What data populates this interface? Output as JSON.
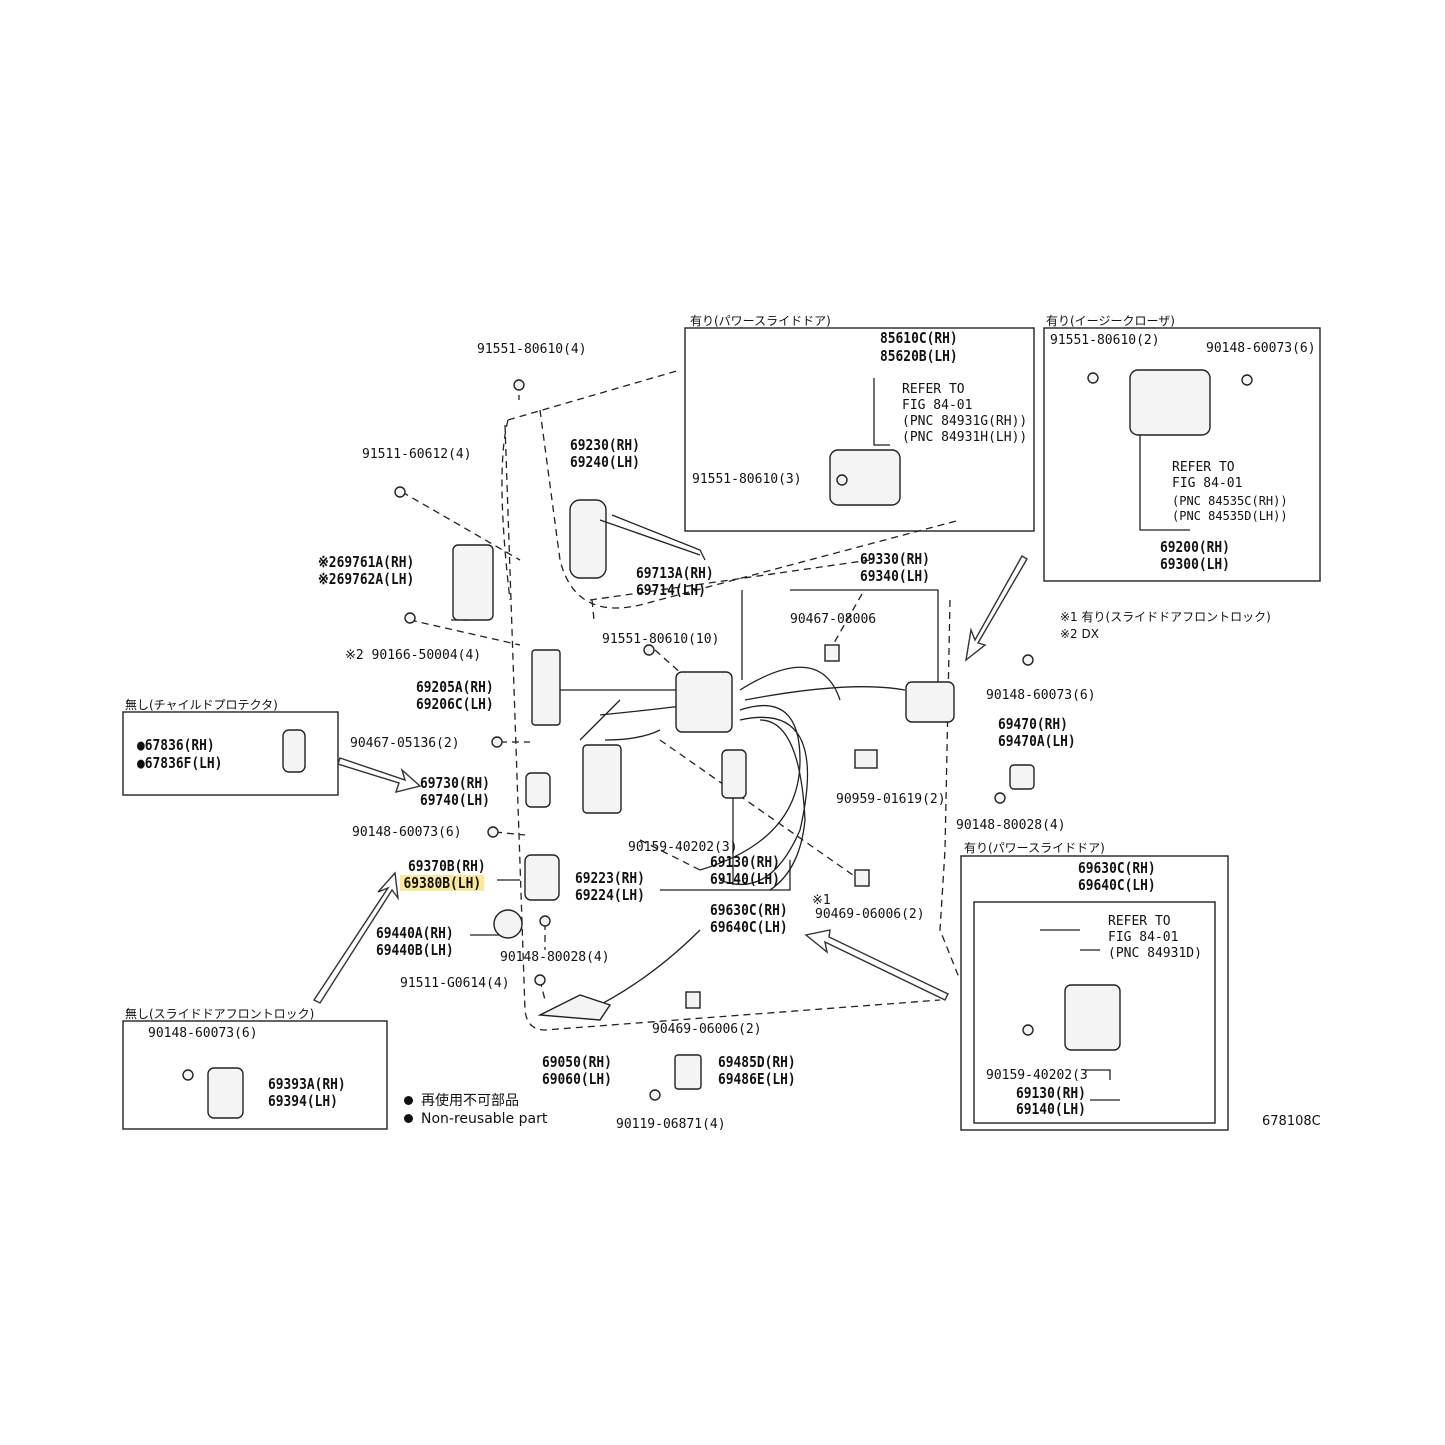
{
  "figure_id": "678108C",
  "legend": {
    "jp": "再使用不可部品",
    "en": "Non-reusable part"
  },
  "notes": {
    "n1": "※1 有り(スライドドアフロントロック)",
    "n2": "※2 DX"
  },
  "box_power_slide": {
    "caption": "有り(パワースライドドア)",
    "pn1": "85610C(RH)",
    "pn2": "85620B(LH)",
    "refer": [
      "REFER TO",
      "FIG 84-01",
      "(PNC 84931G(RH))",
      "(PNC 84931H(LH))"
    ],
    "bolt": "91551-80610(3)"
  },
  "box_easy_closer": {
    "caption": "有り(イージークローザ)",
    "bolt1": "91551-80610(2)",
    "bolt2": "90148-60073(6)",
    "refer": [
      "REFER TO",
      "FIG 84-01",
      "(PNC 84535C(RH))",
      "(PNC 84535D(LH))"
    ],
    "pn1": "69200(RH)",
    "pn2": "69300(LH)"
  },
  "box_child": {
    "caption": "無し(チャイルドプロテクタ)",
    "pn1": "●67836(RH)",
    "pn2": "●67836F(LH)"
  },
  "box_front_lock": {
    "caption": "無し(スライドドアフロントロック)",
    "bolt": "90148-60073(6)",
    "pn1": "69393A(RH)",
    "pn2": "69394(LH)"
  },
  "box_power_slide2": {
    "caption": "有り(パワースライドドア)",
    "pn1": "69630C(RH)",
    "pn2": "69640C(LH)",
    "refer": [
      "REFER TO",
      "FIG 84-01",
      "(PNC 84931D)"
    ],
    "bolt": "90159-40202(3",
    "pn3": "69130(RH)",
    "pn4": "69140(LH)"
  },
  "labels": {
    "l_91551_4": "91551-80610(4)",
    "l_91511_4": "91511-60612(4)",
    "l_69230": "69230(RH)",
    "l_69240": "69240(LH)",
    "l_69761": "※269761A(RH)",
    "l_69762": "※269762A(LH)",
    "l_90166": "※2 90166-50004(4)",
    "l_69713": "69713A(RH)",
    "l_69714": "69714(LH)",
    "l_91551_10": "91551-80610(10)",
    "l_69330": "69330(RH)",
    "l_69340": "69340(LH)",
    "l_90467_08006": "90467-08006",
    "l_69205": "69205A(RH)",
    "l_69206": "69206C(LH)",
    "l_90148_r": "90148-60073(6)",
    "l_69470": "69470(RH)",
    "l_69470a": "69470A(LH)",
    "l_90467_05136": "90467-05136(2)",
    "l_69730": "69730(RH)",
    "l_69740": "69740(LH)",
    "l_90959": "90959-01619(2)",
    "l_90148_80028_r": "90148-80028(4)",
    "l_90148_l": "90148-60073(6)",
    "l_90159": "90159-40202(3)",
    "l_69370": "69370B(RH)",
    "l_69380": "69380B(LH)",
    "l_69223": "69223(RH)",
    "l_69224": "69224(LH)",
    "l_69130": "69130(RH)",
    "l_69140": "69140(LH)",
    "l_note1": "※1",
    "l_90469_a": "90469-06006(2)",
    "l_69440a": "69440A(RH)",
    "l_69440b": "69440B(LH)",
    "l_90148_80028_l": "90148-80028(4)",
    "l_69630": "69630C(RH)",
    "l_69640": "69640C(LH)",
    "l_91511_g": "91511-G0614(4)",
    "l_90469_b": "90469-06006(2)",
    "l_69050": "69050(RH)",
    "l_69060": "69060(LH)",
    "l_69485": "69485D(RH)",
    "l_69486": "69486E(LH)",
    "l_90119": "90119-06871(4)"
  },
  "colors": {
    "highlight": "#fbe89a",
    "ink": "#222222"
  }
}
